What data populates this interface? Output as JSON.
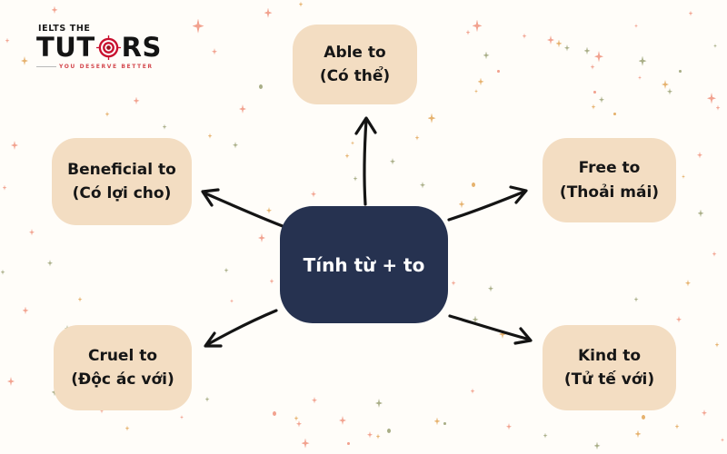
{
  "logo": {
    "top_text": "IELTS THE",
    "name_left": "TUT",
    "name_right": "RS",
    "tagline": "YOU DESERVE BETTER",
    "colors": {
      "text": "#141414",
      "target_red": "#c8102e",
      "target_dark": "#9b1120",
      "tagline": "#d4494f"
    }
  },
  "diagram": {
    "center": {
      "label": "Tính từ + to"
    },
    "nodes": [
      {
        "id": "able-to",
        "line1": "Able to",
        "line2": "(Có thể)",
        "position": "top"
      },
      {
        "id": "free-to",
        "line1": "Free to",
        "line2": "(Thoải mái)",
        "position": "right-top"
      },
      {
        "id": "kind-to",
        "line1": "Kind to",
        "line2": "(Tử tế với)",
        "position": "right-bottom"
      },
      {
        "id": "cruel-to",
        "line1": "Cruel to",
        "line2": "(Độc ác với)",
        "position": "left-bottom"
      },
      {
        "id": "beneficial-to",
        "line1": "Beneficial to",
        "line2": "(Có lợi cho)",
        "position": "left-top"
      }
    ],
    "colors": {
      "center_bg": "#263250",
      "center_text": "#ffffff",
      "node_bg": "#f3ddc2",
      "node_text": "#161616",
      "arrow": "#141414",
      "background": "#fffdf9"
    }
  },
  "decor": {
    "sparkle_colors": {
      "P": "#f2a28f",
      "G": "#a9ae87",
      "Y": "#e6b26e"
    },
    "sparkles": [
      [
        60,
        10,
        7,
        "P"
      ],
      [
        218,
        27,
        13,
        "P"
      ],
      [
        236,
        56,
        6,
        "P"
      ],
      [
        27,
        66,
        8,
        "Y"
      ],
      [
        8,
        44,
        5,
        "P"
      ],
      [
        150,
        110,
        7,
        "P"
      ],
      [
        118,
        125,
        5,
        "Y"
      ],
      [
        181,
        139,
        5,
        "G"
      ],
      [
        16,
        159,
        8,
        "P"
      ],
      [
        5,
        206,
        5,
        "P"
      ],
      [
        295,
        13,
        9,
        "P"
      ],
      [
        267,
        119,
        8,
        "P"
      ],
      [
        287,
        95,
        4,
        "G",
        "d"
      ],
      [
        331,
        4,
        5,
        "Y"
      ],
      [
        525,
        27,
        11,
        "P"
      ],
      [
        515,
        35,
        5,
        "P"
      ],
      [
        577,
        39,
        5,
        "P"
      ],
      [
        606,
        43,
        8,
        "P"
      ],
      [
        615,
        47,
        7,
        "Y"
      ],
      [
        624,
        52,
        6,
        "G"
      ],
      [
        646,
        55,
        7,
        "G"
      ],
      [
        535,
        60,
        7,
        "G"
      ],
      [
        548,
        78,
        3,
        "P",
        "d"
      ],
      [
        529,
        89,
        7,
        "Y"
      ],
      [
        524,
        100,
        4,
        "Y"
      ],
      [
        700,
        28,
        4,
        "P"
      ],
      [
        659,
        61,
        10,
        "P"
      ],
      [
        652,
        73,
        5,
        "P"
      ],
      [
        707,
        66,
        9,
        "G"
      ],
      [
        704,
        85,
        4,
        "P"
      ],
      [
        732,
        92,
        8,
        "Y"
      ],
      [
        737,
        100,
        6,
        "G"
      ],
      [
        748,
        78,
        3,
        "G",
        "d"
      ],
      [
        654,
        101,
        3,
        "P",
        "d"
      ],
      [
        662,
        109,
        6,
        "G"
      ],
      [
        653,
        117,
        5,
        "Y"
      ],
      [
        783,
        107,
        10,
        "P"
      ],
      [
        790,
        118,
        5,
        "P"
      ],
      [
        676,
        125,
        3,
        "Y",
        "d"
      ],
      [
        760,
        14,
        5,
        "P"
      ],
      [
        787,
        50,
        4,
        "G"
      ],
      [
        770,
        170,
        6,
        "P"
      ],
      [
        752,
        194,
        4,
        "Y"
      ],
      [
        771,
        234,
        7,
        "G"
      ],
      [
        786,
        279,
        5,
        "P"
      ],
      [
        757,
        311,
        6,
        "Y"
      ],
      [
        700,
        329,
        5,
        "G"
      ],
      [
        747,
        351,
        6,
        "P"
      ],
      [
        789,
        379,
        5,
        "Y"
      ],
      [
        475,
        129,
        9,
        "Y"
      ],
      [
        459,
        151,
        5,
        "Y"
      ],
      [
        432,
        177,
        6,
        "G"
      ],
      [
        508,
        224,
        7,
        "Y"
      ],
      [
        521,
        203,
        4,
        "Y",
        "d"
      ],
      [
        540,
        317,
        6,
        "G"
      ],
      [
        523,
        351,
        7,
        "G"
      ],
      [
        553,
        367,
        8,
        "Y"
      ],
      [
        345,
        213,
        6,
        "P"
      ],
      [
        465,
        203,
        6,
        "G"
      ],
      [
        499,
        311,
        5,
        "P"
      ],
      [
        388,
        157,
        4,
        "Y"
      ],
      [
        382,
        171,
        5,
        "Y"
      ],
      [
        391,
        196,
        5,
        "G"
      ],
      [
        296,
        231,
        6,
        "Y"
      ],
      [
        288,
        261,
        8,
        "P"
      ],
      [
        299,
        309,
        5,
        "P"
      ],
      [
        259,
        159,
        6,
        "G"
      ],
      [
        231,
        149,
        5,
        "Y"
      ],
      [
        249,
        297,
        5,
        "G"
      ],
      [
        255,
        331,
        4,
        "P"
      ],
      [
        35,
        255,
        6,
        "P"
      ],
      [
        3,
        299,
        5,
        "G"
      ],
      [
        55,
        289,
        6,
        "G"
      ],
      [
        28,
        341,
        7,
        "P"
      ],
      [
        88,
        329,
        5,
        "Y"
      ],
      [
        74,
        361,
        6,
        "G"
      ],
      [
        12,
        419,
        8,
        "P"
      ],
      [
        60,
        431,
        7,
        "G"
      ],
      [
        112,
        451,
        6,
        "P"
      ],
      [
        140,
        471,
        5,
        "Y"
      ],
      [
        200,
        459,
        4,
        "P"
      ],
      [
        228,
        439,
        5,
        "G"
      ],
      [
        170,
        429,
        4,
        "Y"
      ],
      [
        302,
        455,
        4,
        "P",
        "d"
      ],
      [
        326,
        460,
        5,
        "Y"
      ],
      [
        329,
        466,
        6,
        "P"
      ],
      [
        377,
        462,
        8,
        "P"
      ],
      [
        336,
        487,
        9,
        "P"
      ],
      [
        383,
        488,
        3,
        "P",
        "d"
      ],
      [
        407,
        478,
        6,
        "P"
      ],
      [
        416,
        480,
        5,
        "Y"
      ],
      [
        428,
        474,
        4,
        "G",
        "d"
      ],
      [
        417,
        443,
        8,
        "G"
      ],
      [
        481,
        463,
        7,
        "Y"
      ],
      [
        489,
        466,
        3,
        "G",
        "d"
      ],
      [
        346,
        440,
        6,
        "P"
      ],
      [
        708,
        459,
        4,
        "Y",
        "d"
      ],
      [
        702,
        477,
        7,
        "Y"
      ],
      [
        657,
        490,
        7,
        "G"
      ],
      [
        745,
        469,
        5,
        "Y"
      ],
      [
        775,
        454,
        6,
        "P"
      ],
      [
        795,
        484,
        4,
        "P"
      ],
      [
        520,
        430,
        5,
        "P"
      ],
      [
        560,
        469,
        6,
        "P"
      ],
      [
        600,
        479,
        5,
        "G"
      ],
      [
        620,
        441,
        4,
        "Y"
      ],
      [
        650,
        420,
        4,
        "P"
      ]
    ]
  }
}
